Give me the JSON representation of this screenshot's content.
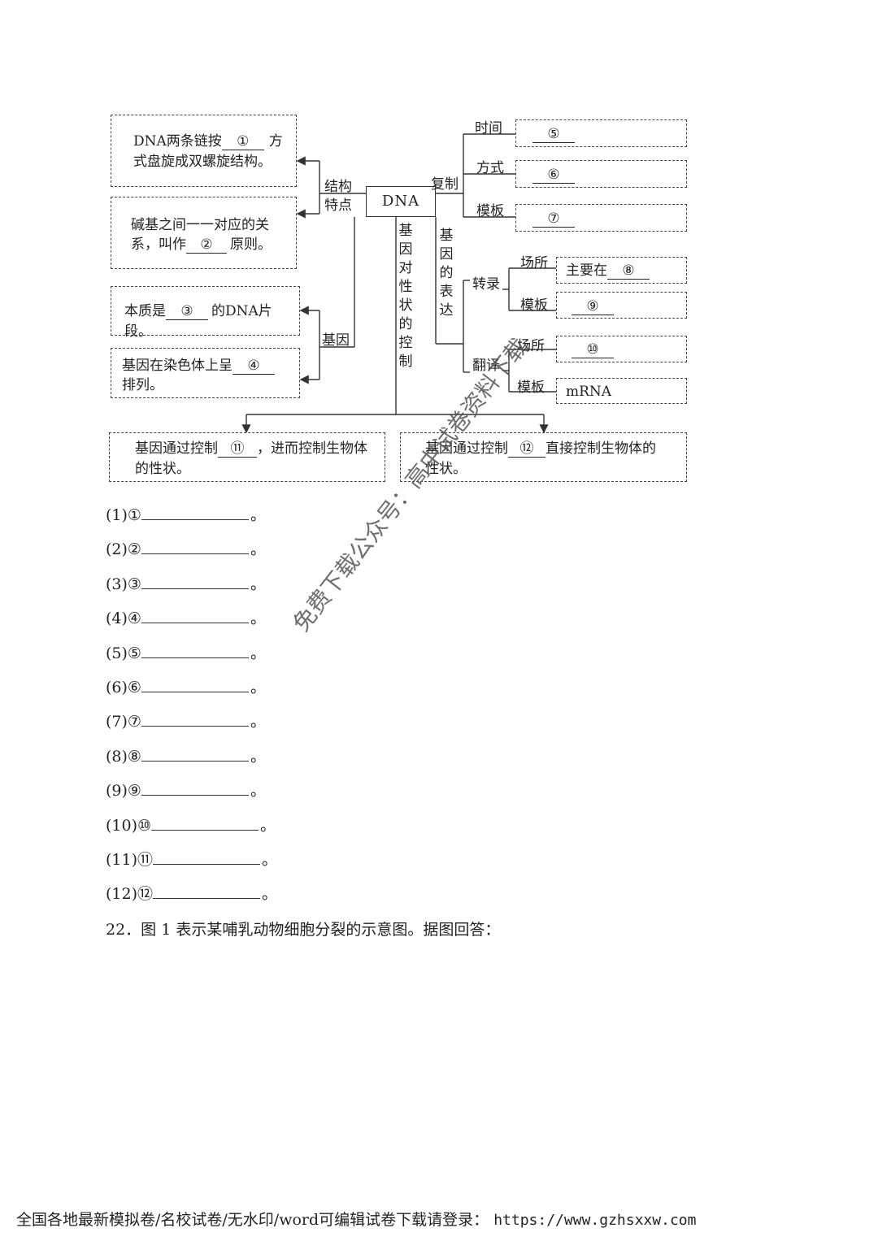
{
  "diagram": {
    "center": "DNA",
    "left": {
      "structure_label": [
        "结构",
        "特点"
      ],
      "gene_label": "基因",
      "box1": {
        "line1_pre": "DNA两条链按",
        "line1_blank": "①",
        "line1_post": "方",
        "line2": "式盘旋成双螺旋结构。"
      },
      "box2": {
        "line1": "碱基之间一一对应的关",
        "line2_pre": "系，叫作",
        "line2_blank": "②",
        "line2_post": "原则。"
      },
      "box3": {
        "pre": "本质是",
        "blank": "③",
        "post": "的DNA片段。"
      },
      "box4": {
        "line1_pre": "基因在染色体上呈",
        "line1_blank": "④",
        "line2": "排列。"
      }
    },
    "right": {
      "replication_label": "复制",
      "time_label": "时间",
      "mode_label": "方式",
      "template_label": "模板",
      "box5": "⑤",
      "box6": "⑥",
      "box7": "⑦",
      "expression_label": [
        "基",
        "因",
        "的",
        "表",
        "达"
      ],
      "transcription_label": "转录",
      "translation_label": "翻译",
      "site_label_1": "场所",
      "template_label_2": "模板",
      "site_label_2": "场所",
      "template_label_3": "模板",
      "box8_pre": "主要在",
      "box8_blank": "⑧",
      "box9": "⑨",
      "box10": "⑩",
      "box_mrna": "mRNA"
    },
    "control_label": [
      "基",
      "因",
      "对",
      "性",
      "状",
      "的",
      "控",
      "制"
    ],
    "bottom": {
      "box11": {
        "line1_pre": "基因通过控制",
        "line1_blank": "⑪",
        "line1_post": "，进而控制生物体",
        "line2": "的性状。"
      },
      "box12": {
        "line1_pre": "基因通过控制",
        "line1_blank": "⑫",
        "line1_post": "直接控制生物体的",
        "line2": "性状。"
      }
    }
  },
  "questions": [
    {
      "num": "(1)①",
      "end": "。"
    },
    {
      "num": "(2)②",
      "end": "。"
    },
    {
      "num": "(3)③",
      "end": "。"
    },
    {
      "num": "(4)④",
      "end": "。"
    },
    {
      "num": "(5)⑤",
      "end": "。"
    },
    {
      "num": "(6)⑥",
      "end": "。"
    },
    {
      "num": "(7)⑦",
      "end": "。"
    },
    {
      "num": "(8)⑧",
      "end": "。"
    },
    {
      "num": "(9)⑨",
      "end": "。"
    },
    {
      "num": "(10)⑩",
      "end": "。"
    },
    {
      "num": "(11)⑪",
      "end": "。"
    },
    {
      "num": "(12)⑫",
      "end": "。"
    }
  ],
  "question22": "22．图 1 表示某哺乳动物细胞分裂的示意图。据图回答：",
  "watermark": "免费下载公众号：高中试卷资料下载",
  "footer": {
    "text": "全国各地最新模拟卷/名校试卷/无水印/word可编辑试卷下载请登录：",
    "url": "https://www.gzhsxxw.com"
  }
}
